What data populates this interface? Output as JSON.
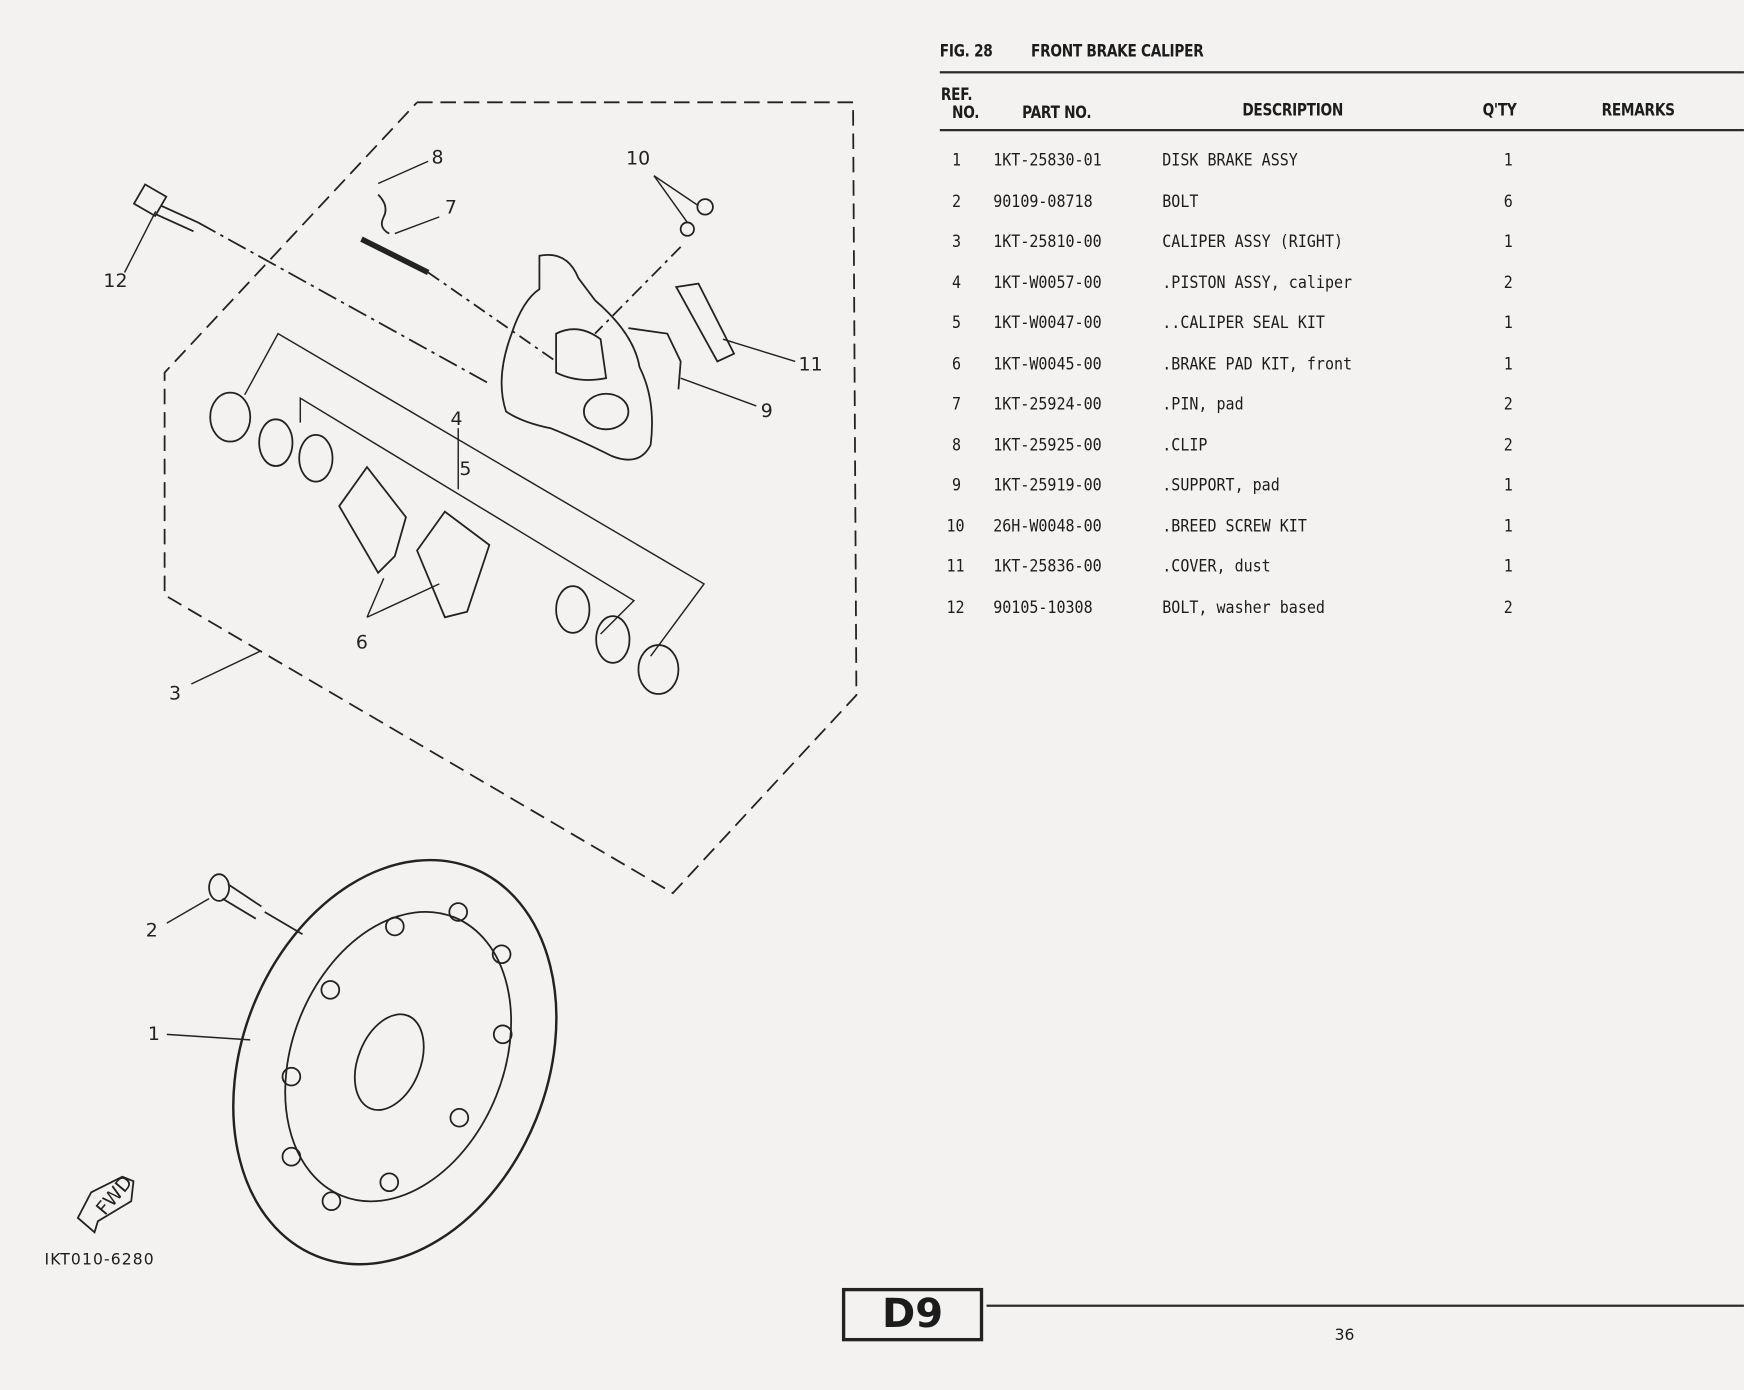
{
  "figure": {
    "number_label": "FIG. 28",
    "title": "FRONT BRAKE CALIPER"
  },
  "table": {
    "headers": {
      "ref_line1": "REF.",
      "ref_line2": "NO.",
      "part_no": "PART NO.",
      "description": "DESCRIPTION",
      "qty": "Q'TY",
      "remarks": "REMARKS"
    },
    "rows": [
      {
        "ref": "1",
        "part": "1KT-25830-01",
        "desc": "DISK BRAKE ASSY",
        "qty": "1"
      },
      {
        "ref": "2",
        "part": "90109-08718",
        "desc": "BOLT",
        "qty": "6"
      },
      {
        "ref": "3",
        "part": "1KT-25810-00",
        "desc": "CALIPER ASSY (RIGHT)",
        "qty": "1"
      },
      {
        "ref": "4",
        "part": "1KT-W0057-00",
        "desc": ".PISTON ASSY, caliper",
        "qty": "2"
      },
      {
        "ref": "5",
        "part": "1KT-W0047-00",
        "desc": "..CALIPER SEAL KIT",
        "qty": "1"
      },
      {
        "ref": "6",
        "part": "1KT-W0045-00",
        "desc": ".BRAKE PAD KIT, front",
        "qty": "1"
      },
      {
        "ref": "7",
        "part": "1KT-25924-00",
        "desc": ".PIN, pad",
        "qty": "2"
      },
      {
        "ref": "8",
        "part": "1KT-25925-00",
        "desc": ".CLIP",
        "qty": "2"
      },
      {
        "ref": "9",
        "part": "1KT-25919-00",
        "desc": ".SUPPORT, pad",
        "qty": "1"
      },
      {
        "ref": "10",
        "part": "26H-W0048-00",
        "desc": ".BREED SCREW KIT",
        "qty": "1"
      },
      {
        "ref": "11",
        "part": "1KT-25836-00",
        "desc": ".COVER, dust",
        "qty": "1"
      },
      {
        "ref": "12",
        "part": "90105-10308",
        "desc": "BOLT, washer based",
        "qty": "2"
      }
    ]
  },
  "diagram": {
    "callouts": [
      "1",
      "2",
      "3",
      "4",
      "5",
      "6",
      "7",
      "8",
      "9",
      "10",
      "11",
      "12"
    ],
    "drawing_code": "IKT010-6280",
    "fwd_label": "FWD"
  },
  "footer": {
    "section_badge": "D9",
    "page_number": "36"
  }
}
